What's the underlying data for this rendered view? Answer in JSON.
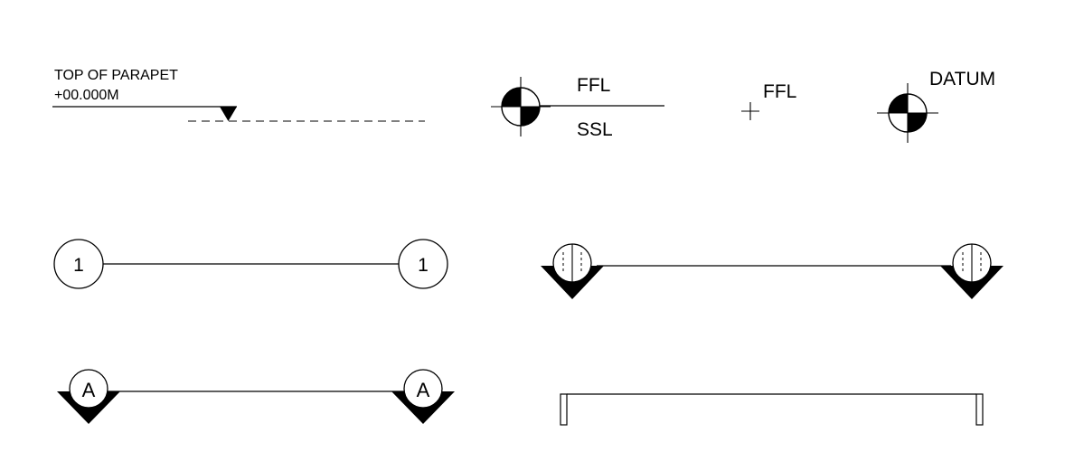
{
  "symbols": {
    "level_marker": {
      "title": "TOP OF PARAPET",
      "value": "+00.000M"
    },
    "ffl_ssl_marker": {
      "upper": "FFL",
      "lower": "SSL"
    },
    "ffl_cross_marker": {
      "label": "FFL"
    },
    "datum_marker": {
      "label": "DATUM"
    },
    "grid_line_numbered": {
      "left_label": "1",
      "right_label": "1"
    },
    "grid_line_lettered": {
      "left_label": "A",
      "right_label": "A"
    }
  },
  "colors": {
    "ink": "#000000",
    "background": "#ffffff"
  }
}
